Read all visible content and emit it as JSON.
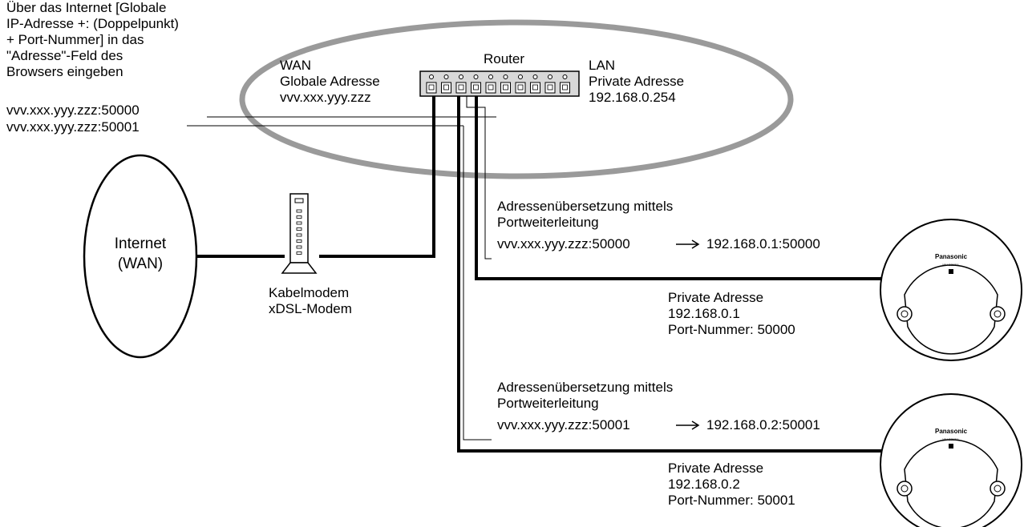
{
  "instruction": {
    "lines": [
      "Über das Internet [Globale",
      "IP-Adresse +: (Doppelpunkt)",
      "+ Port-Nummer] in das",
      "\"Adresse\"-Feld des",
      "Browsers eingeben"
    ],
    "url1": "vvv.xxx.yyy.zzz:50000",
    "url2": "vvv.xxx.yyy.zzz:50001"
  },
  "router": {
    "title": "Router",
    "wan": [
      "WAN",
      "Globale Adresse",
      "vvv.xxx.yyy.zzz"
    ],
    "lan": [
      "LAN",
      "Private Adresse",
      "192.168.0.254"
    ]
  },
  "internet": [
    "Internet",
    "(WAN)"
  ],
  "modem": [
    "Kabelmodem",
    "xDSL-Modem"
  ],
  "nat1": [
    "Adressenübersetzung mittels",
    "Portweiterleitung",
    "vvv.xxx.yyy.zzz:50000",
    "192.168.0.1:50000"
  ],
  "nat2": [
    "Adressenübersetzung mittels",
    "Portweiterleitung",
    "vvv.xxx.yyy.zzz:50001",
    "192.168.0.2:50001"
  ],
  "arrow": "⟶",
  "camera1": {
    "lines": [
      "Private Adresse",
      "192.168.0.1",
      "Port-Nummer: 50000"
    ],
    "brand": "Panasonic",
    "model": "WV-S3131L"
  },
  "camera2": {
    "lines": [
      "Private Adresse",
      "192.168.0.2",
      "Port-Nummer: 50001"
    ],
    "brand": "Panasonic",
    "model": "WV-S3131L"
  }
}
